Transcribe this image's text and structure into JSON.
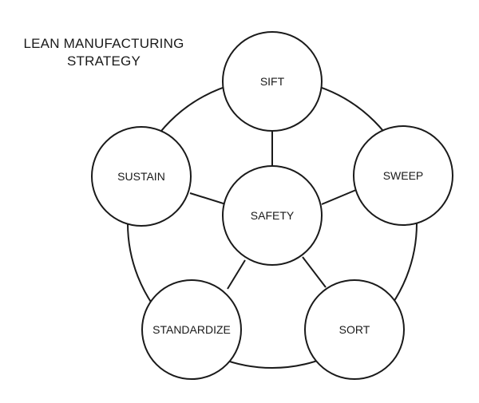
{
  "title": {
    "line1": "LEAN MANUFACTURING",
    "line2": "STRATEGY"
  },
  "center": {
    "label": "SAFETY"
  },
  "nodes": [
    {
      "id": "sift",
      "label": "SIFT"
    },
    {
      "id": "sweep",
      "label": "SWEEP"
    },
    {
      "id": "sort",
      "label": "SORT"
    },
    {
      "id": "standardize",
      "label": "STANDARDIZE"
    },
    {
      "id": "sustain",
      "label": "SUSTAIN"
    }
  ],
  "colors": {
    "stroke": "#1a1a1a",
    "fill": "#ffffff",
    "text": "#1a1a1a"
  }
}
